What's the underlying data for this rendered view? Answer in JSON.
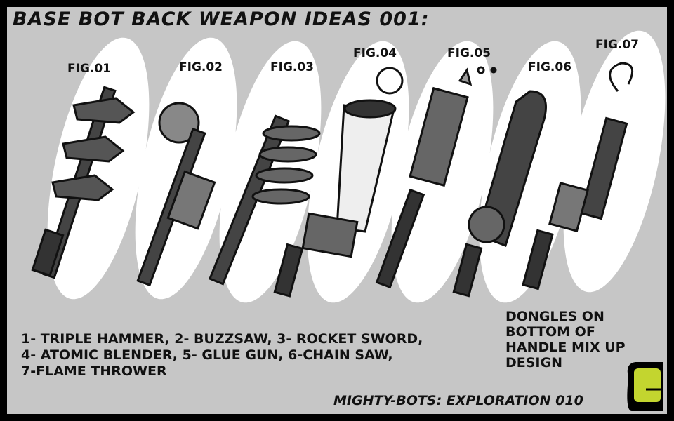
{
  "title": "Base Bot Back Weapon Ideas 001:",
  "figures": [
    "FIG.01",
    "FIG.02",
    "FIG.03",
    "FIG.04",
    "FIG.05",
    "FIG.06",
    "FIG.07"
  ],
  "caption": [
    "1- Triple Hammer, 2- Buzzsaw, 3- Rocket Sword,",
    "4- Atomic  Blender, 5- Glue Gun, 6-Chain Saw,",
    "7-Flame Thrower"
  ],
  "note": [
    "Dongles on",
    "bottom of",
    "handle mix up",
    "design"
  ],
  "credit": "Mighty-Bots: Exploration 010",
  "logo": {
    "color": "#c3d52f"
  }
}
